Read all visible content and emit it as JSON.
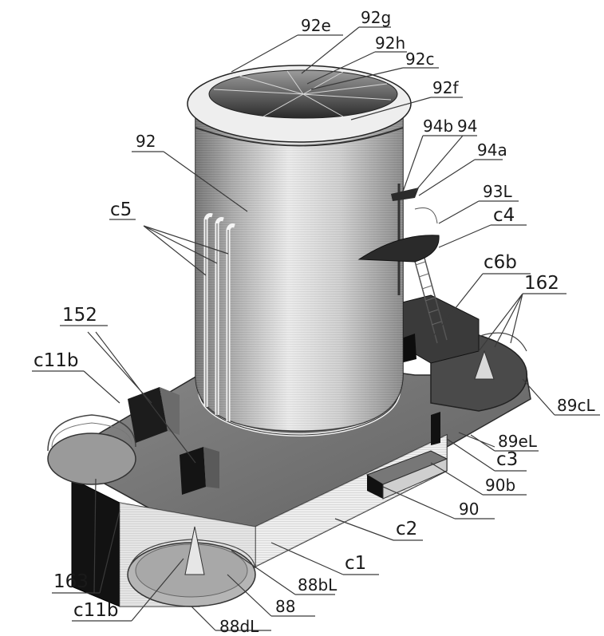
{
  "colors": {
    "ink": "#1a1a1a",
    "leader": "#3a3a3a",
    "underline_accent": "#b0523a",
    "paper": "#ffffff",
    "deck": "#555555"
  },
  "labels": {
    "l92e": "92e",
    "l92g": "92g",
    "l92h": "92h",
    "l92c": "92c",
    "l92f": "92f",
    "l92": "92",
    "l94b": "94b",
    "l94": "94",
    "l94a": "94a",
    "l93L": "93L",
    "lc5": "c5",
    "lc4": "c4",
    "lc6b": "c6b",
    "l162": "162",
    "l152": "152",
    "lc11b_top": "c11b",
    "l89cL": "89cL",
    "l89eL": "89eL",
    "lc3": "c3",
    "l90b": "90b",
    "l90": "90",
    "lc2": "c2",
    "lc1": "c1",
    "l163": "163",
    "l88bL": "88bL",
    "lc11b_bottom": "c11b",
    "l88": "88",
    "l88dL": "88dL"
  }
}
